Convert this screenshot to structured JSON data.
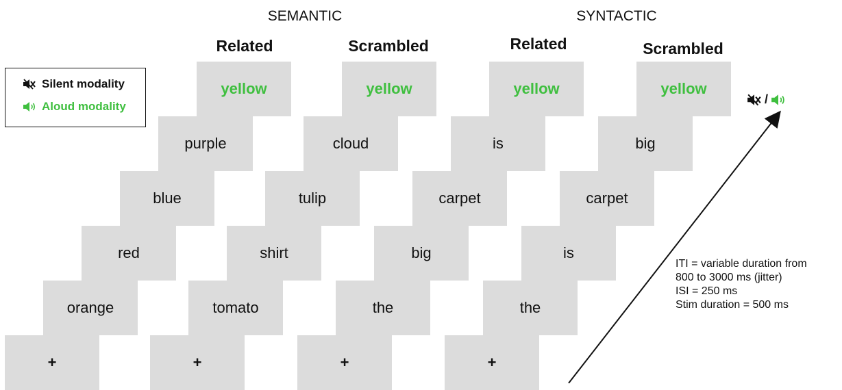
{
  "headers": {
    "semantic": "SEMANTIC",
    "syntactic": "SYNTACTIC"
  },
  "conditions": [
    {
      "label": "Related",
      "words": [
        "+",
        "orange",
        "red",
        "blue",
        "purple",
        "yellow"
      ]
    },
    {
      "label": "Scrambled",
      "words": [
        "+",
        "tomato",
        "shirt",
        "tulip",
        "cloud",
        "yellow"
      ]
    },
    {
      "label": "Related",
      "words": [
        "+",
        "the",
        "big",
        "carpet",
        "is",
        "yellow"
      ]
    },
    {
      "label": "Scrambled",
      "words": [
        "+",
        "the",
        "is",
        "carpet",
        "big",
        "yellow"
      ]
    }
  ],
  "legend": {
    "silent": "Silent modality",
    "aloud": "Aloud modality"
  },
  "modality_separator": "/",
  "timing": {
    "iti_line1": "ITI = variable duration from",
    "iti_line2": "800 to 3000 ms (jitter)",
    "isi": "ISI = 250 ms",
    "stim": "Stim duration = 500 ms"
  },
  "colors": {
    "card": "#dcdcdc",
    "aloud_green": "#3fbf3f",
    "text": "#111111"
  },
  "icons": {
    "silent": "speaker-muted-icon",
    "aloud": "speaker-sound-icon"
  }
}
